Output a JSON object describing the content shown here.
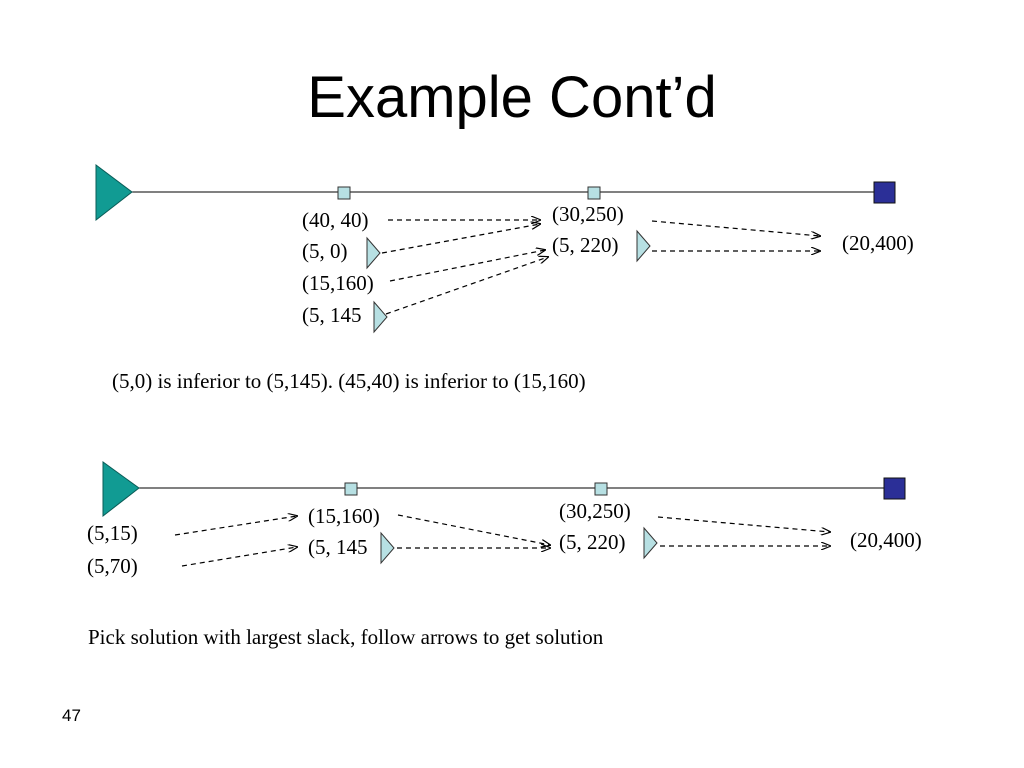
{
  "slide": {
    "title": "Example Cont’d",
    "page_number": "47"
  },
  "top_diagram": {
    "group_left": [
      "(40, 40)",
      "(5, 0)",
      "(15,160)",
      "(5, 145"
    ],
    "group_mid": [
      "(30,250)",
      "(5, 220)"
    ],
    "group_right": "(20,400)",
    "note": "(5,0) is inferior to (5,145).  (45,40) is inferior to (15,160)"
  },
  "bottom_diagram": {
    "group_source": [
      "(5,15)",
      "(5,70)"
    ],
    "group_left": [
      "(15,160)",
      "(5, 145"
    ],
    "group_mid": [
      "(30,250)",
      "(5, 220)"
    ],
    "group_right": "(20,400)",
    "note": "Pick solution with largest slack, follow arrows to get solution"
  },
  "colors": {
    "driver": "#119b93",
    "node": "#b7e0e3",
    "sink": "#2b2f97",
    "buffer": "#b7e0e3"
  },
  "icons": {
    "driver": "triangle-driver-icon",
    "node": "square-node-icon",
    "sink": "square-sink-icon",
    "buffer": "triangle-buffer-icon"
  }
}
